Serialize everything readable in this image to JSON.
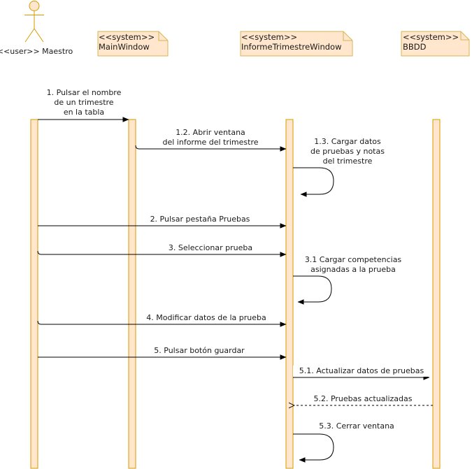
{
  "actor": {
    "label": "<<user>> Maestro"
  },
  "participants": [
    {
      "stereotype": "<<system>>",
      "name": "MainWindow"
    },
    {
      "stereotype": "<<system>>",
      "name": "InformeTrimestreWindow"
    },
    {
      "stereotype": "<<system>>",
      "name": "BBDD"
    }
  ],
  "messages": [
    {
      "lines": [
        "1. Pulsar el nombre",
        "de un trimestre",
        "en la tabla"
      ]
    },
    {
      "lines": [
        "1.2. Abrir ventana",
        "del informe del trimestre"
      ]
    },
    {
      "lines": [
        "1.3. Cargar datos",
        "de pruebas y notas",
        "del trimestre"
      ]
    },
    {
      "lines": [
        "2. Pulsar pestaña Pruebas"
      ]
    },
    {
      "lines": [
        "3. Seleccionar prueba"
      ]
    },
    {
      "lines": [
        "3.1 Cargar competencias",
        "asignadas a la prueba"
      ]
    },
    {
      "lines": [
        "4. Modificar datos de la prueba"
      ]
    },
    {
      "lines": [
        "5. Pulsar botón guardar"
      ]
    },
    {
      "lines": [
        "5.1. Actualizar datos de pruebas"
      ]
    },
    {
      "lines": [
        "5.2. Pruebas actualizadas"
      ]
    },
    {
      "lines": [
        "5.3. Cerrar ventana"
      ]
    }
  ],
  "colors": {
    "activation_fill": "#ffe6cc",
    "activation_stroke": "#d79b00",
    "note_fill": "#ffe6cc",
    "note_stroke": "#d6b656",
    "actor_fill": "#ffe6cc",
    "actor_stroke": "#d79b00",
    "line": "#000000"
  }
}
